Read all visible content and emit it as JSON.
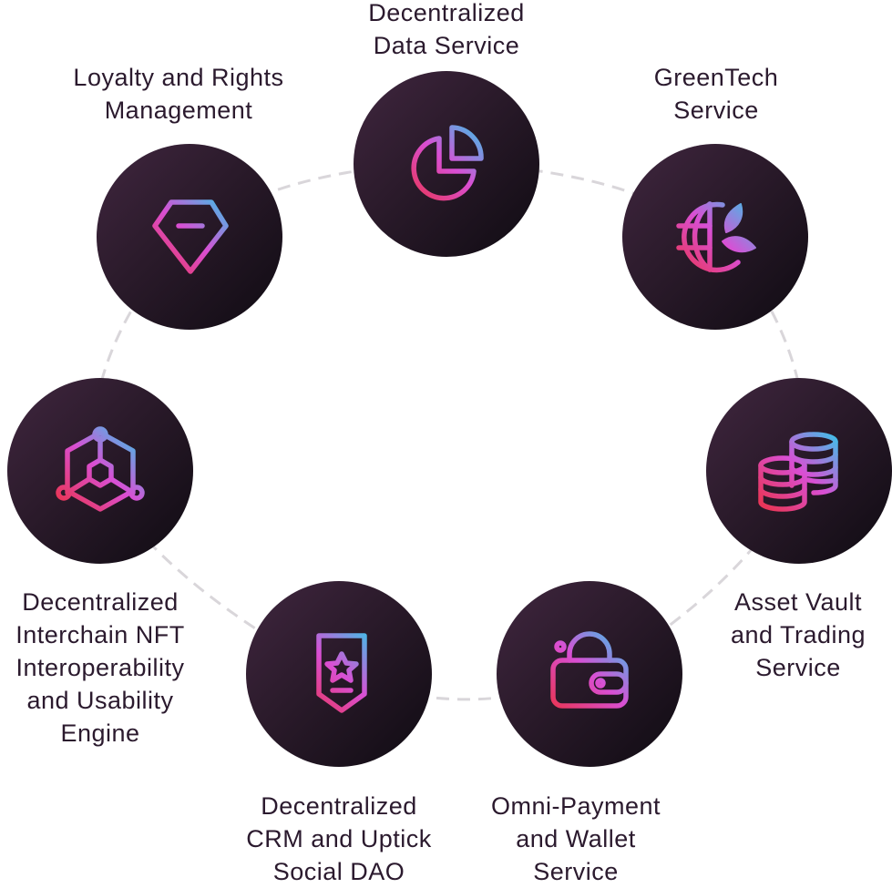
{
  "services": [
    {
      "id": "data",
      "lines": [
        "Decentralized",
        "Data Service"
      ],
      "icon": "pie-chart-icon"
    },
    {
      "id": "greentech",
      "lines": [
        "GreenTech",
        "Service"
      ],
      "icon": "globe-leaf-icon"
    },
    {
      "id": "asset",
      "lines": [
        "Asset Vault",
        "and Trading",
        "Service"
      ],
      "icon": "coins-icon"
    },
    {
      "id": "omni",
      "lines": [
        "Omni-Payment",
        "and Wallet",
        "Service"
      ],
      "icon": "wallet-icon"
    },
    {
      "id": "crm",
      "lines": [
        "Decentralized",
        "CRM and Uptick",
        "Social DAO"
      ],
      "icon": "star-badge-icon"
    },
    {
      "id": "interchain",
      "lines": [
        "Decentralized",
        "Interchain NFT",
        "Interoperability",
        "and Usability",
        "Engine"
      ],
      "icon": "hex-network-icon"
    },
    {
      "id": "loyalty",
      "lines": [
        "Loyalty and Rights",
        "Management"
      ],
      "icon": "diamond-icon"
    }
  ],
  "colors": {
    "circle_dark": "#0f0b12",
    "circle_light": "#40263f",
    "icon_start": "#e8365a",
    "icon_mid": "#d94fd4",
    "icon_end": "#3fc0e8",
    "text": "#2b1a2e",
    "ring": "#d9d6da"
  }
}
